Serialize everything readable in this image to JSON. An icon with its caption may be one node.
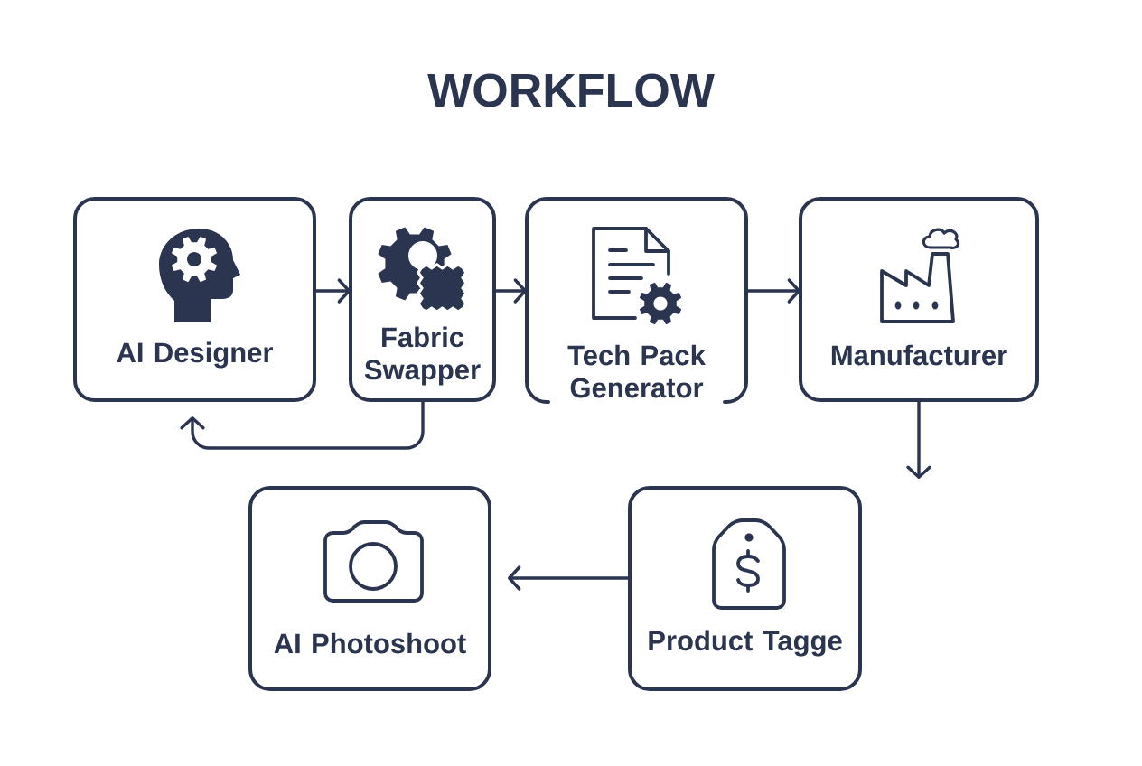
{
  "diagram": {
    "title": "WORKFLOW",
    "nodes": [
      {
        "text": [
          "AI Designer"
        ]
      },
      {
        "text": [
          "Fabric Swapper"
        ]
      },
      {
        "text": [
          "Tech Pack Generator"
        ]
      },
      {
        "text": [
          "Manufacturer"
        ]
      },
      {
        "text": [
          "AI Photoshoot"
        ]
      },
      {
        "text": [
          "Product Tagge"
        ]
      }
    ],
    "edges": [
      {
        "from": 0,
        "to": 1,
        "arrow": "to"
      },
      {
        "from": 1,
        "to": 2,
        "arrow": "to"
      },
      {
        "from": 2,
        "to": 3,
        "arrow": "to"
      },
      {
        "from": 3,
        "to": null,
        "arrow": "to"
      },
      {
        "from": 5,
        "to": 4,
        "arrow": "to"
      },
      {
        "from": 1,
        "to": 0,
        "arrow": "to"
      }
    ]
  }
}
